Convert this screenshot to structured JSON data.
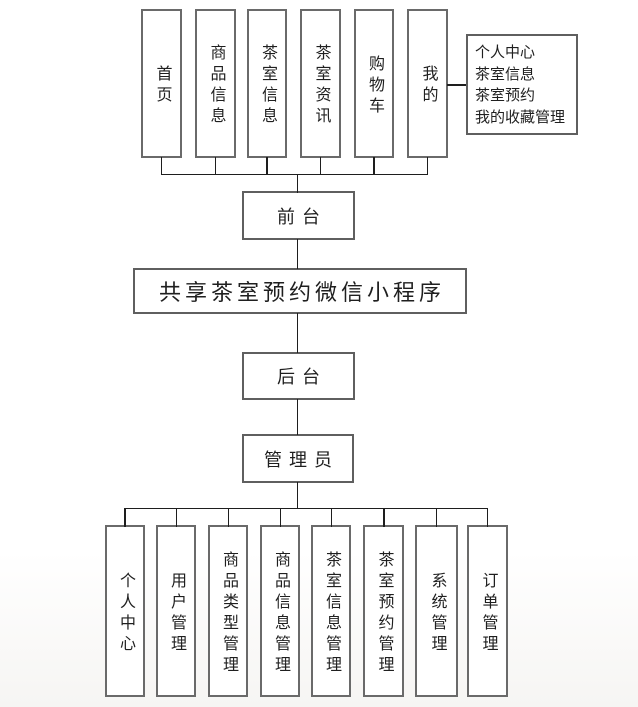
{
  "title": "共享茶室预约微信小程序",
  "front": {
    "label": "前台",
    "modules": [
      "首页",
      "商品信息",
      "茶室信息",
      "茶室资讯",
      "购物车",
      "我的"
    ]
  },
  "mine_submenu": {
    "items": [
      "个人中心",
      "茶室信息",
      "茶室预约",
      "我的收藏管理"
    ]
  },
  "backend": {
    "label": "后台",
    "admin_label": "管理员",
    "modules": [
      "个人中心",
      "用户管理",
      "商品类型管理",
      "商品信息管理",
      "茶室信息管理",
      "茶室预约管理",
      "系统管理",
      "订单管理"
    ]
  },
  "colors": {
    "box_border": "#6a6a6a",
    "connector_line": "#1e1e1e",
    "text": "#1f1f1f",
    "background": "#ffffff"
  }
}
